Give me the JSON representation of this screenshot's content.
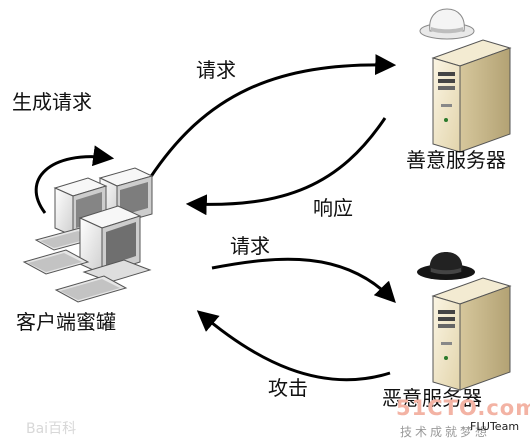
{
  "labels": {
    "generate_request": "生成请求",
    "request_top": "请求",
    "response": "响应",
    "request_bottom": "请求",
    "attack": "攻击",
    "client_honeypot": "客户端蜜罐",
    "benign_server": "善意服务器",
    "malicious_server": "恶意服务器"
  },
  "watermarks": {
    "site": "51CTO.com",
    "site_sub": "技术成就梦想",
    "team": "FLUTeam",
    "baidu": "Bai百科"
  },
  "icons": {
    "white_hat": "white-hat-icon",
    "black_hat": "black-hat-icon",
    "server": "server-tower-icon",
    "computers": "computer-cluster-icon"
  },
  "colors": {
    "arrow": "#000000",
    "server_body": "#efe4c5",
    "server_shade": "#c8b98d",
    "monitor_body": "#f4f4f4",
    "screen": "#8a8a8a",
    "white_hat": "#eeeeee",
    "black_hat": "#111111"
  }
}
